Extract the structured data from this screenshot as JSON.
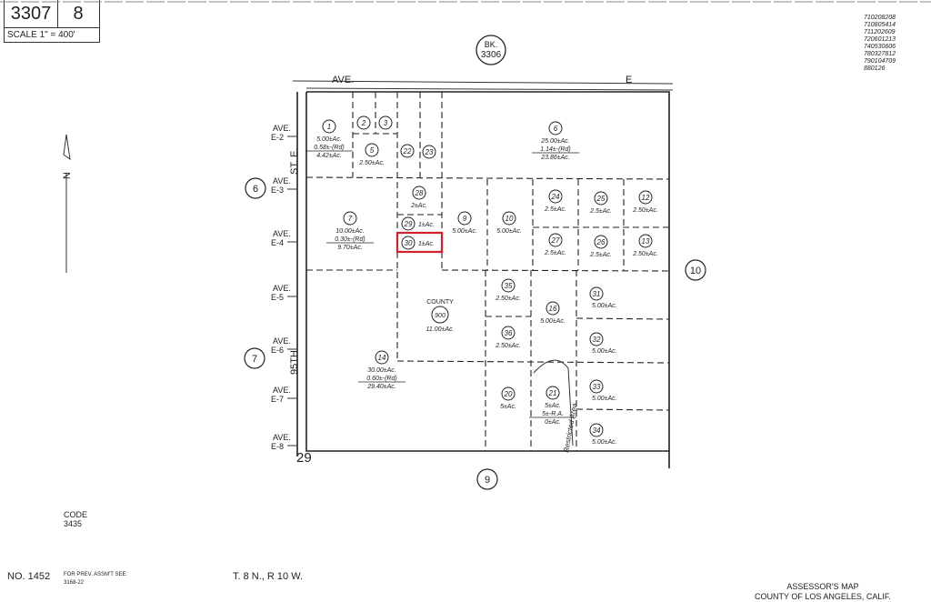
{
  "header": {
    "book": "3307",
    "page": "8",
    "scale": "SCALE 1\" = 400'"
  },
  "book_ref": {
    "label": "BK.",
    "number": "3306"
  },
  "revision_refs": [
    "710208208",
    "710805414",
    "711202609",
    "720601213",
    "740530606",
    "780327812",
    "790104709",
    "880126"
  ],
  "streets": {
    "top": "AVE.",
    "top_suffix": "E",
    "left_vertical_1": "ST. E.",
    "left_vertical_2": "95TH",
    "aves": [
      "AVE.\nE-2",
      "AVE.\nE-3",
      "AVE.\nE-4",
      "AVE.\nE-5",
      "AVE.\nE-6",
      "AVE.\nE-7",
      "AVE.\nE-8"
    ],
    "corner_number": "29"
  },
  "adjacent_pages": {
    "west_upper": "6",
    "west_lower": "7",
    "east": "10",
    "south": "9"
  },
  "north_arrow": "N",
  "parcels": [
    {
      "no": "1",
      "lines": [
        "5.00±Ac.",
        "0.58±-(Rd)",
        "4.42±Ac."
      ]
    },
    {
      "no": "2",
      "lines": []
    },
    {
      "no": "3",
      "lines": []
    },
    {
      "no": "5",
      "lines": [
        "2.50±Ac."
      ]
    },
    {
      "no": "22",
      "lines": []
    },
    {
      "no": "23",
      "lines": []
    },
    {
      "no": "6",
      "lines": [
        "25.00±Ac.",
        "1.14±-(Rd)",
        "23.86±Ac."
      ]
    },
    {
      "no": "7",
      "lines": [
        "10.00±Ac.",
        "0.30±-(Rd)",
        "9.70±Ac."
      ]
    },
    {
      "no": "28",
      "lines": [
        "2±Ac."
      ]
    },
    {
      "no": "29",
      "lines": [
        "1±Ac."
      ]
    },
    {
      "no": "30",
      "lines": [
        "1±Ac."
      ]
    },
    {
      "no": "9",
      "lines": [
        "5.00±Ac."
      ]
    },
    {
      "no": "10",
      "lines": [
        "5.00±Ac."
      ]
    },
    {
      "no": "24",
      "lines": [
        "2.5±Ac."
      ]
    },
    {
      "no": "25",
      "lines": [
        "2.5±Ac."
      ]
    },
    {
      "no": "12",
      "lines": [
        "2.50±Ac."
      ]
    },
    {
      "no": "27",
      "lines": [
        "2.5±Ac."
      ]
    },
    {
      "no": "26",
      "lines": [
        "2.5±Ac."
      ]
    },
    {
      "no": "13",
      "lines": [
        "2.50±Ac."
      ]
    },
    {
      "no": "900",
      "lines": [
        "11.00±Ac."
      ],
      "owner": "COUNTY"
    },
    {
      "no": "35",
      "lines": [
        "2.50±Ac."
      ]
    },
    {
      "no": "36",
      "lines": [
        "2.50±Ac."
      ]
    },
    {
      "no": "16",
      "lines": [
        "5.00±Ac."
      ]
    },
    {
      "no": "31",
      "lines": [
        "5.00±Ac."
      ]
    },
    {
      "no": "32",
      "lines": [
        "5.00±Ac."
      ]
    },
    {
      "no": "33",
      "lines": [
        "5.00±Ac."
      ]
    },
    {
      "no": "34",
      "lines": [
        "5.00±Ac."
      ]
    },
    {
      "no": "14",
      "lines": [
        "30.00±Ac.",
        "0.60±-(Rd)",
        "29.40±Ac."
      ]
    },
    {
      "no": "20",
      "lines": [
        "5±Ac."
      ]
    },
    {
      "no": "21",
      "lines": [
        "5±Ac.",
        "5±-R.A.",
        "0±Ac."
      ]
    }
  ],
  "restricted_area_label": "Restricted Area",
  "highlighted_parcel": "30",
  "highlight_color": "#d0202a",
  "footer": {
    "code_label": "CODE",
    "code": "3435",
    "map_no": "NO. 1452",
    "prev_label": "FOR PREV. ASSM'T SEE:",
    "prev_ref": "3168-22",
    "township": "T. 8 N., R 10 W.",
    "assessor_title": "ASSESSOR'S MAP",
    "county": "COUNTY OF LOS ANGELES, CALIF."
  }
}
